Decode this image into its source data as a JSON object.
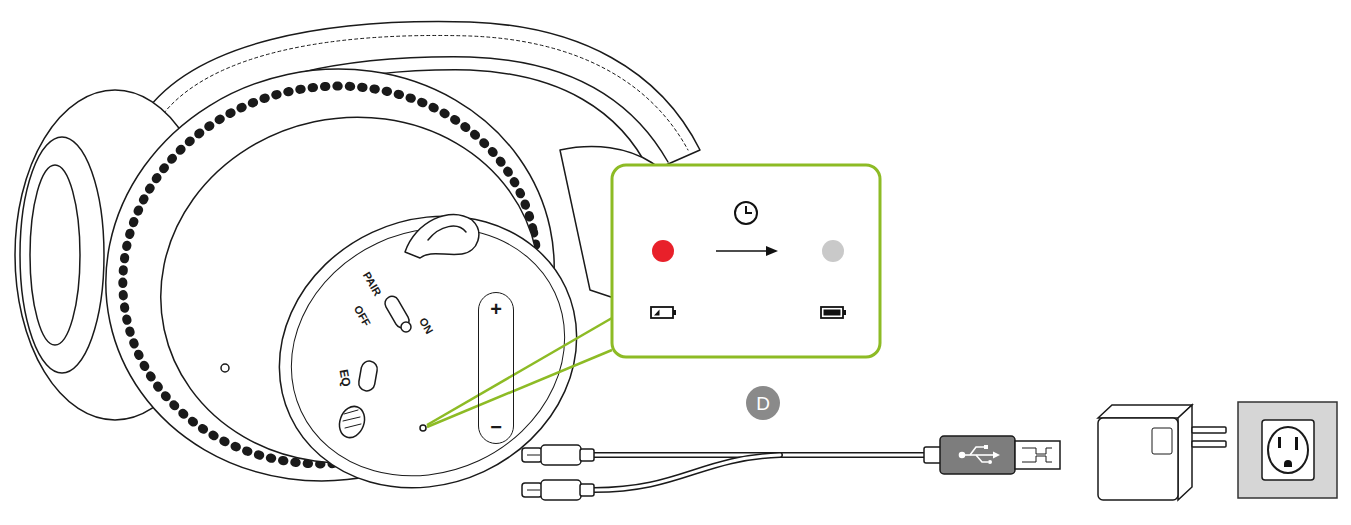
{
  "diagram": {
    "nodes": [
      {
        "text": [
          "+",
          "−"
        ]
      },
      {
        "text": [
          "D"
        ]
      }
    ],
    "labels": [
      "PAIR",
      "OFF",
      "ON",
      "EQ"
    ]
  }
}
